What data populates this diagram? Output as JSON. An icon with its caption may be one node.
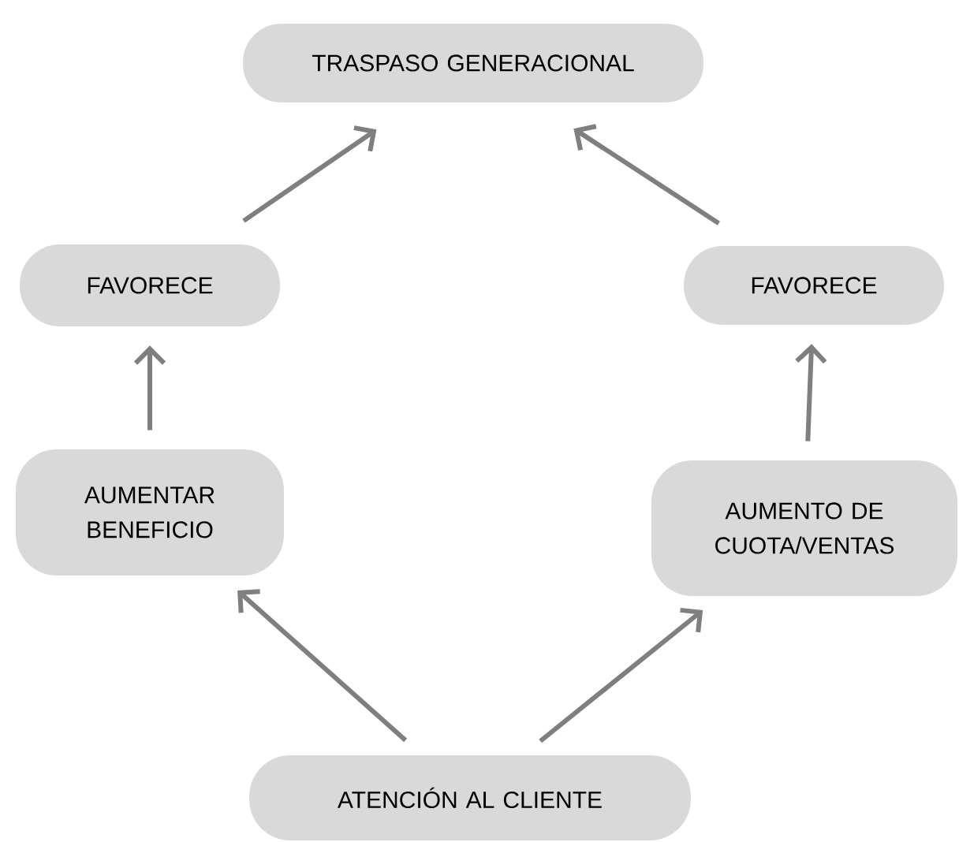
{
  "diagram": {
    "nodes": [
      {
        "text": [
          "TRASPASO GENERACIONAL"
        ]
      },
      {
        "text": [
          "FAVORECE"
        ]
      },
      {
        "text": [
          "FAVORECE"
        ]
      },
      {
        "text": [
          "AUMENTAR BENEFICIO"
        ]
      },
      {
        "text": [
          "AUMENTO DE CUOTA/VENTAS"
        ]
      },
      {
        "text": [
          "ATENCIÓN AL CLIENTE"
        ]
      }
    ],
    "edges": [
      {
        "from": 5,
        "to": 3,
        "arrow": "to"
      },
      {
        "from": 5,
        "to": 4,
        "arrow": "to"
      },
      {
        "from": 3,
        "to": 1,
        "arrow": "to"
      },
      {
        "from": 4,
        "to": 2,
        "arrow": "to"
      },
      {
        "from": 1,
        "to": 0,
        "arrow": "to"
      },
      {
        "from": 2,
        "to": 0,
        "arrow": "to"
      }
    ]
  }
}
